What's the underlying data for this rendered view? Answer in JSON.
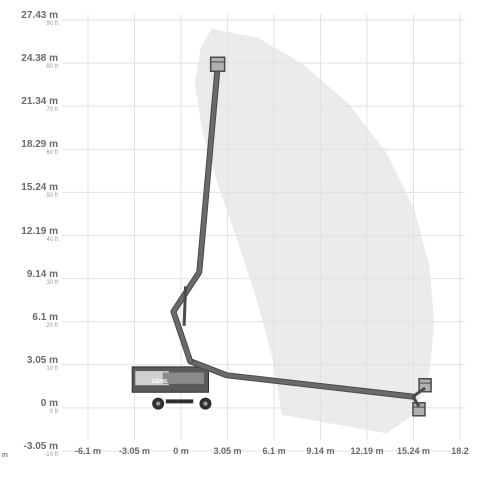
{
  "chart_data": {
    "type": "diagram",
    "subject": "boom lift working envelope",
    "y_axis": {
      "unit": "m",
      "ticks": [
        {
          "label": "27.43 m",
          "sub": "90 ft",
          "value": 27.43
        },
        {
          "label": "24.38 m",
          "sub": "80 ft",
          "value": 24.38
        },
        {
          "label": "21.34 m",
          "sub": "70 ft",
          "value": 21.34
        },
        {
          "label": "18.29 m",
          "sub": "60 ft",
          "value": 18.29
        },
        {
          "label": "15.24 m",
          "sub": "50 ft",
          "value": 15.24
        },
        {
          "label": "12.19 m",
          "sub": "40 ft",
          "value": 12.19
        },
        {
          "label": "9.14 m",
          "sub": "30 ft",
          "value": 9.14
        },
        {
          "label": "6.1 m",
          "sub": "20 ft",
          "value": 6.1
        },
        {
          "label": "3.05 m",
          "sub": "10 ft",
          "value": 3.05
        },
        {
          "label": "0 m",
          "sub": "0 ft",
          "value": 0
        },
        {
          "label": "-3.05 m",
          "sub": "-10 ft",
          "value": -3.05
        }
      ]
    },
    "x_axis": {
      "unit": "m",
      "ticks": [
        {
          "label": "-6.1 m",
          "value": -6.1
        },
        {
          "label": "-3.05 m",
          "value": -3.05
        },
        {
          "label": "0 m",
          "value": 0
        },
        {
          "label": "3.05 m",
          "value": 3.05
        },
        {
          "label": "6.1 m",
          "value": 6.1
        },
        {
          "label": "9.14 m",
          "value": 9.14
        },
        {
          "label": "12.19 m",
          "value": 12.19
        },
        {
          "label": "15.24 m",
          "value": 15.24
        },
        {
          "label": "18.2",
          "value": 18.29
        }
      ]
    },
    "unit_label": "m",
    "envelope": [
      [
        2.0,
        26.8
      ],
      [
        5.0,
        26.2
      ],
      [
        8.0,
        24.3
      ],
      [
        11.0,
        21.5
      ],
      [
        13.5,
        18.0
      ],
      [
        15.3,
        14.0
      ],
      [
        16.3,
        10.0
      ],
      [
        16.6,
        6.0
      ],
      [
        16.3,
        2.5
      ],
      [
        15.2,
        -0.5
      ],
      [
        13.5,
        -1.8
      ],
      [
        6.6,
        -0.5
      ],
      [
        6.0,
        3.5
      ],
      [
        5.0,
        7.5
      ],
      [
        3.8,
        11.5
      ],
      [
        2.5,
        15.5
      ],
      [
        1.4,
        19.5
      ],
      [
        0.9,
        23.0
      ],
      [
        1.3,
        25.5
      ]
    ],
    "upright_boom": [
      [
        0.6,
        3.3
      ],
      [
        -0.5,
        6.8
      ],
      [
        1.2,
        9.6
      ],
      [
        2.4,
        24.1
      ]
    ],
    "horizontal_boom": [
      [
        0.6,
        3.3
      ],
      [
        3.0,
        2.3
      ],
      [
        15.2,
        0.8
      ]
    ],
    "upper_basket": [
      2.4,
      24.3
    ],
    "horizontal_basket": [
      16.0,
      1.6
    ],
    "lower_basket": [
      15.6,
      -0.1
    ],
    "machine": {
      "body": [
        [
          -3.2,
          1.1
        ],
        [
          -3.2,
          2.9
        ],
        [
          1.8,
          2.9
        ],
        [
          1.8,
          1.1
        ]
      ],
      "wheels": [
        -1.5,
        1.6
      ]
    },
    "brand_mark": "GENIE"
  },
  "colors": {
    "envelope": "#ebebeb",
    "grid": "#e2e2e2",
    "boom": "#6a6a6a",
    "boom_outline": "#4a4a4a",
    "basket": "#b0b0b0",
    "machine": "#5a5a5a",
    "machine_dark": "#2f2f2f",
    "label": "#6a6a6a"
  }
}
